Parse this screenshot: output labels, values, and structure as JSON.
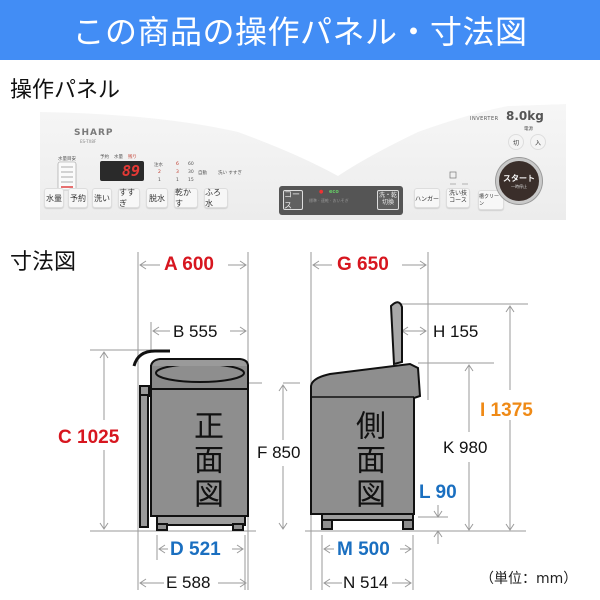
{
  "banner": {
    "title": "この商品の操作パネル・寸法図",
    "background": "#428df5"
  },
  "sections": {
    "panel_label": "操作パネル",
    "dimensions_label": "寸法図"
  },
  "control_panel": {
    "brand": "SHARP",
    "model": "ES-TX8F",
    "inverter_label": "INVERTER",
    "capacity": "8.0kg",
    "display_value": "89",
    "indicator_labels": {
      "water_level_header": "水量目安",
      "reserve": "予約",
      "water_amount": "水量",
      "dry": "残り",
      "rinse_header": "注水",
      "rinse_values": [
        "2",
        "1"
      ],
      "spin_values": [
        "6",
        "3",
        "1"
      ],
      "time_values": [
        "60",
        "30",
        "15"
      ],
      "auto": "自動",
      "wash_rinse": "洗い すすぎ"
    },
    "buttons": [
      {
        "label": "水量"
      },
      {
        "label": "予約"
      },
      {
        "label": "洗い"
      },
      {
        "label": "すすぎ"
      },
      {
        "label": "脱水"
      },
      {
        "label": "乾かす"
      },
      {
        "label": "ふろ水"
      }
    ],
    "strip": {
      "course_button": "コース",
      "eco_label": "eco",
      "wash_dry_button": "洗・乾\n切換"
    },
    "right_buttons": [
      {
        "label": "ハンガー"
      },
      {
        "label": "洗い技\nコース"
      },
      {
        "label": "槽クリーン"
      }
    ],
    "power": {
      "header": "電源",
      "off": "切",
      "on": "入"
    },
    "start": {
      "label": "スタート",
      "sub": "一時停止"
    }
  },
  "diagram": {
    "front_view_label": "正面図",
    "side_view_label": "側面図",
    "dimensions": {
      "A": {
        "label": "A 600",
        "color": "#d7161f"
      },
      "B": {
        "label": "B 555",
        "color": "#111111"
      },
      "C": {
        "label": "C 1025",
        "color": "#d7161f"
      },
      "D": {
        "label": "D 521",
        "color": "#1a6fc0"
      },
      "E": {
        "label": "E 588",
        "color": "#111111"
      },
      "F": {
        "label": "F 850",
        "color": "#111111"
      },
      "G": {
        "label": "G 650",
        "color": "#d7161f"
      },
      "H": {
        "label": "H 155",
        "color": "#111111"
      },
      "I": {
        "label": "I 1375",
        "color": "#ef8a16"
      },
      "K": {
        "label": "K 980",
        "color": "#111111"
      },
      "L": {
        "label": "L 90",
        "color": "#1a6fc0"
      },
      "M": {
        "label": "M 500",
        "color": "#1a6fc0"
      },
      "N": {
        "label": "N 514",
        "color": "#111111"
      }
    },
    "unit": "（単位：mm）"
  }
}
